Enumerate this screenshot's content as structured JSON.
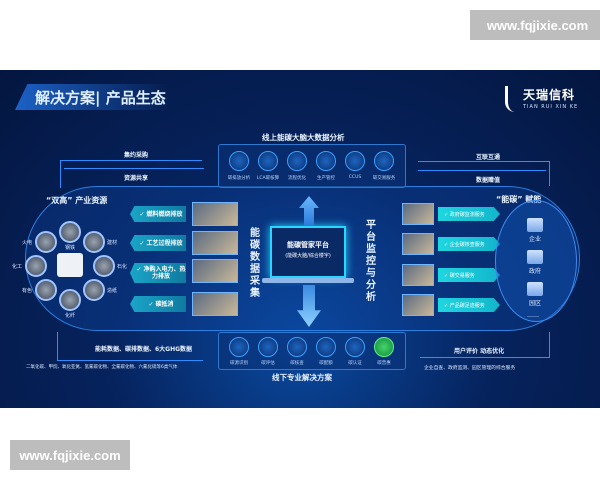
{
  "watermark": "www.fqjixie.com",
  "slide_title": "解决方案| 产品生态",
  "logo": {
    "cn": "天瑞信科",
    "en": "TIAN RUI XIN KE"
  },
  "online": {
    "title": "线上能碳大脑大数据分析",
    "items": [
      "碳排放分析",
      "LCA碳核算",
      "流程优化",
      "生产管控",
      "CCUS",
      "碳交易服务"
    ]
  },
  "offline": {
    "title": "线下专业解决方案",
    "items": [
      "碳源识别",
      "碳评估",
      "碳核查",
      "碳配额",
      "碳认证",
      "碳普惠"
    ]
  },
  "left_arrows": [
    "集约采购",
    "资源共享"
  ],
  "right_arrows": [
    "互联互通",
    "数据赠值"
  ],
  "industry": {
    "title": "“双高” 产业资源",
    "items": [
      "钢铁",
      "建材",
      "石化",
      "造纸",
      "化纤",
      "有色",
      "化工",
      "火电"
    ]
  },
  "emission_chips": [
    "✓ 燃料燃烧排放",
    "✓ 工艺过程排放",
    "✓ 净购入电力、热力排放",
    "✓ 碳抵消"
  ],
  "collect_label": "能碳数据采集",
  "platform": {
    "name": "能碳管家平台",
    "sub": "(能碳大脑/综合楼宇)"
  },
  "monitor_label": "平台监控与分析",
  "service_chips": [
    "✓ 政府碳监测服务",
    "✓ 企业碳核查服务",
    "✓ 碳交易服务",
    "✓ 产品碳足迹服务"
  ],
  "empower": {
    "title": "“能碳” 赋能",
    "items": [
      "企业",
      "政府",
      "园区"
    ],
    "more": "……"
  },
  "bottom_left": {
    "title": "能耗数据、碳排数据、6大GHG数据",
    "gases": "二氧化碳、甲烷、氧化亚氮、氢氟碳化物、全氟碳化物、六氟化硫等6类气体"
  },
  "bottom_right": {
    "title": "用户评价 动态优化",
    "desc": "企业自查、政府监测、园区管理的综合服务"
  },
  "colors": {
    "background": "#06235e",
    "accent": "#29d6ff",
    "chip": "#1aa5c8"
  }
}
